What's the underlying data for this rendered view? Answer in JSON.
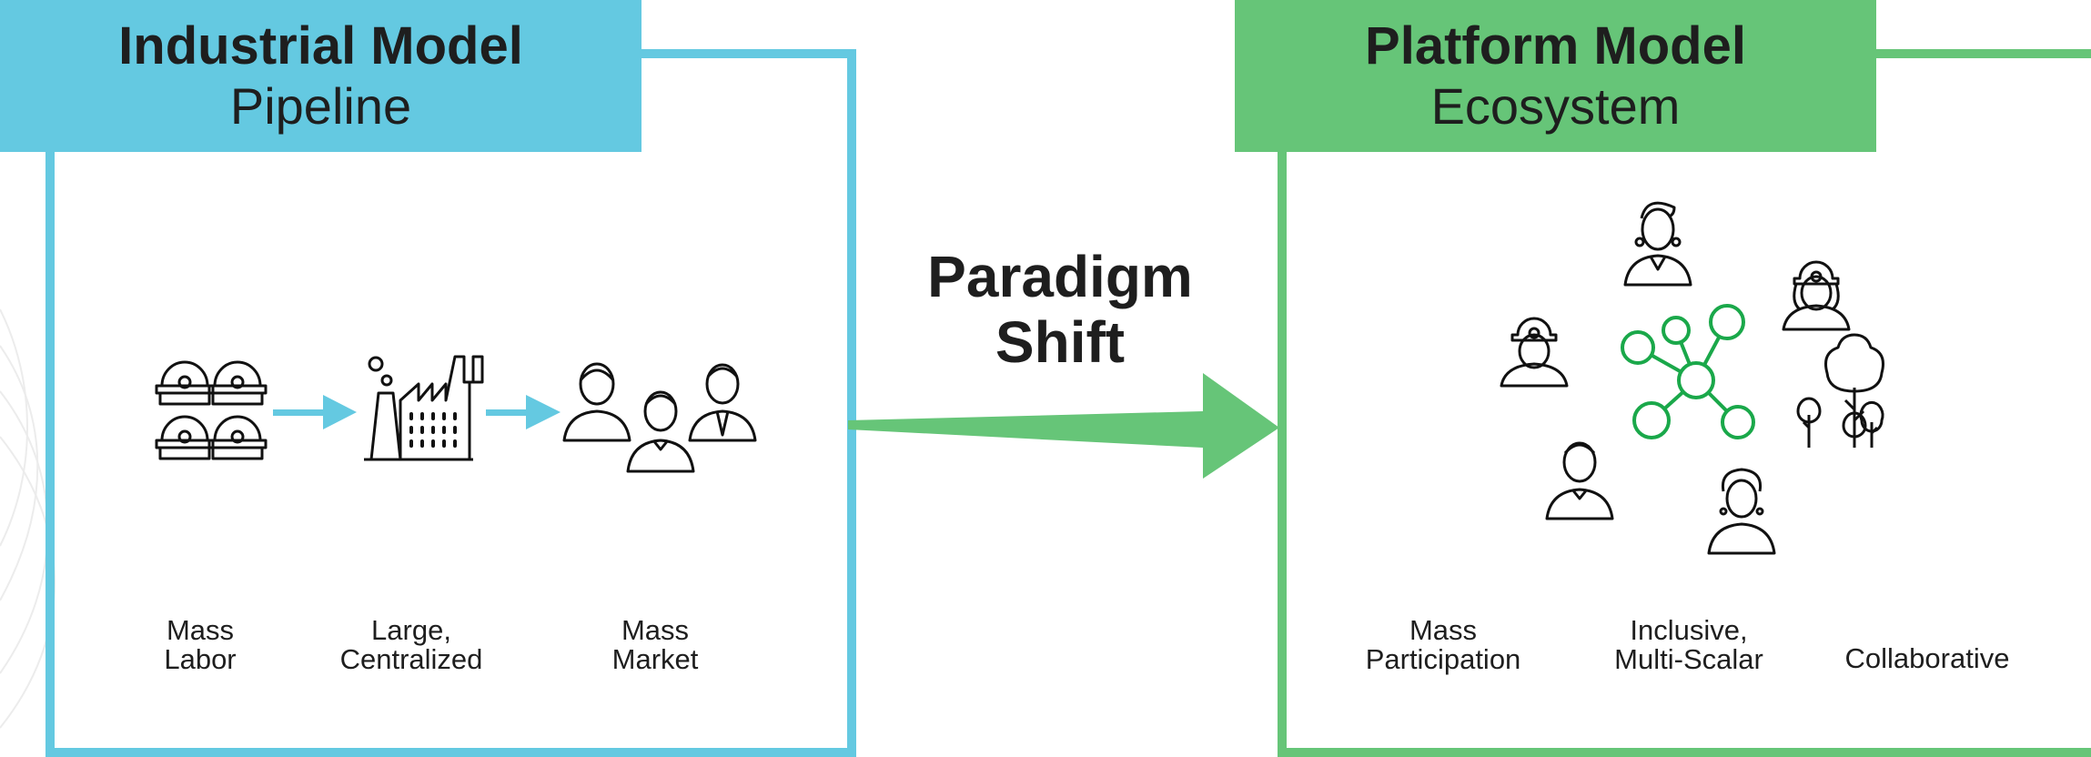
{
  "industrial": {
    "title": "Industrial Model",
    "subtitle": "Pipeline",
    "labels": [
      "Mass\nLabor",
      "Large,\nCentralized",
      "Mass\nMarket"
    ]
  },
  "shift": {
    "line1": "Paradigm",
    "line2": "Shift"
  },
  "platform": {
    "title": "Platform Model",
    "subtitle": "Ecosystem",
    "labels": [
      "Mass\nParticipation",
      "Inclusive,\nMulti-Scalar",
      "Collaborative"
    ]
  },
  "colors": {
    "blue": "#64c9e1",
    "green": "#66c578",
    "network": "#1aa84a"
  },
  "icons": [
    "hardhat-workers-icon",
    "factory-icon",
    "consumers-icon",
    "network-hub-icon",
    "person-icons",
    "trees-icon"
  ]
}
